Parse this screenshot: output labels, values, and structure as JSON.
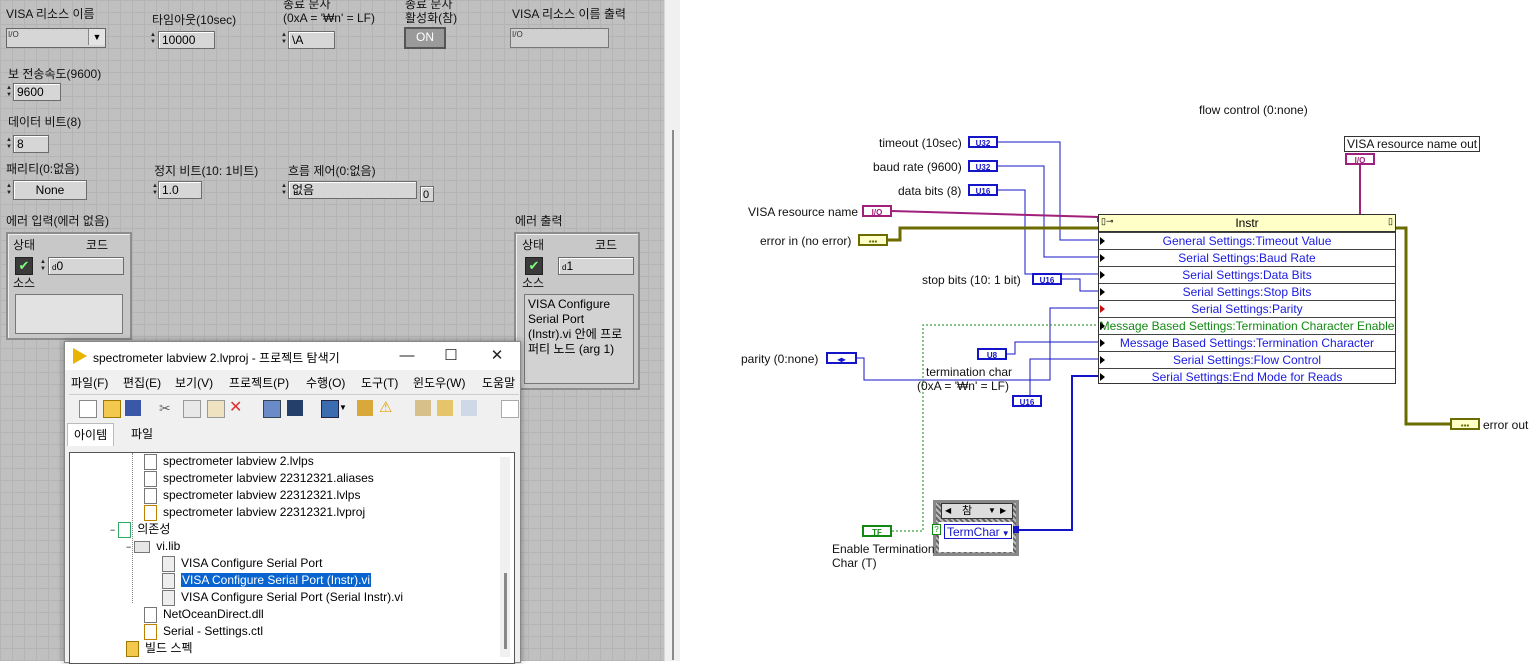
{
  "front_panel": {
    "visa_name_label": "VISA 리소스 이름",
    "timeout_label": "타임아웃(10sec)",
    "timeout_value": "10000",
    "term_char_label_1": "종료 문자",
    "term_char_label_2": "(0xA = '₩n' = LF)",
    "term_char_value": "\\A",
    "term_enable_label_1": "종료 문자",
    "term_enable_label_2": "활성화(참)",
    "term_enable_value": "ON",
    "visa_out_label": "VISA 리소스 이름 출력",
    "baud_label": "보 전송속도(9600)",
    "baud_value": "9600",
    "data_bits_label": "데이터 비트(8)",
    "data_bits_value": "8",
    "parity_label": "패리티(0:없음)",
    "parity_value": "None",
    "stop_bits_label": "정지 비트(10: 1비트)",
    "stop_bits_value": "1.0",
    "flow_label": "흐름 제어(0:없음)",
    "flow_value": "없음",
    "flow_numeric": "0",
    "error_in": {
      "label": "에러 입력(에러 없음)",
      "status_label": "상태",
      "code_label": "코드",
      "code_value": "0",
      "source_label": "소스"
    },
    "error_out": {
      "label": "에러 출력",
      "status_label": "상태",
      "code_label": "코드",
      "code_value": "1",
      "source_label": "소스",
      "source_text": "VISA Configure Serial Port (Instr).vi 안에 프로퍼티 노드 (arg 1)"
    }
  },
  "project_window": {
    "title": "spectrometer labview 2.lvproj - 프로젝트 탐색기",
    "menu": [
      "파일(F)",
      "편집(E)",
      "보기(V)",
      "프로젝트(P)",
      "수행(O)",
      "도구(T)",
      "윈도우(W)",
      "도움말"
    ],
    "tabs": [
      "아이템",
      "파일"
    ],
    "tree": [
      "spectrometer labview 2.lvlps",
      "spectrometer labview 22312321.aliases",
      "spectrometer labview 22312321.lvlps",
      "spectrometer labview 22312321.lvproj",
      "의존성",
      "vi.lib",
      "VISA Configure Serial Port",
      "VISA Configure Serial Port (Instr).vi",
      "VISA Configure Serial Port (Serial Instr).vi",
      "NetOceanDirect.dll",
      "Serial - Settings.ctl",
      "빌드 스펙"
    ]
  },
  "block_diagram": {
    "flow_control_label": "flow control (0:none)",
    "visa_out_label": "VISA resource name out",
    "timeout_label": "timeout (10sec)",
    "baud_label": "baud rate (9600)",
    "data_bits_label": "data bits (8)",
    "visa_name_label": "VISA resource name",
    "error_in_label": "error in (no error)",
    "stop_bits_label": "stop bits (10: 1 bit)",
    "parity_label": "parity (0:none)",
    "term_char_label_1": "termination char",
    "term_char_label_2": "(0xA = '₩n' = LF)",
    "enable_term_label_1": "Enable Termination",
    "enable_term_label_2": "Char (T)",
    "error_out_label": "error out",
    "case_selector": "참",
    "case_inner": "TermChar",
    "terminals": {
      "u32": "U32",
      "u16": "U16",
      "u8": "U8",
      "io": "I/O",
      "tf": "TF",
      "err": "▪▪▪"
    },
    "property_node": {
      "class": "Instr",
      "properties": [
        "General Settings:Timeout Value",
        "Serial Settings:Baud Rate",
        "Serial Settings:Data Bits",
        "Serial Settings:Stop Bits",
        "Serial Settings:Parity",
        "Message Based Settings:Termination Character Enable",
        "Message Based Settings:Termination Character",
        "Serial Settings:Flow Control",
        "Serial Settings:End Mode for Reads"
      ]
    }
  },
  "colors": {
    "wire_blue": "#1414c8",
    "wire_pink": "#a0207c",
    "wire_error": "#6b6b00",
    "wire_bool": "#128a12",
    "selection": "#0a64d0"
  }
}
